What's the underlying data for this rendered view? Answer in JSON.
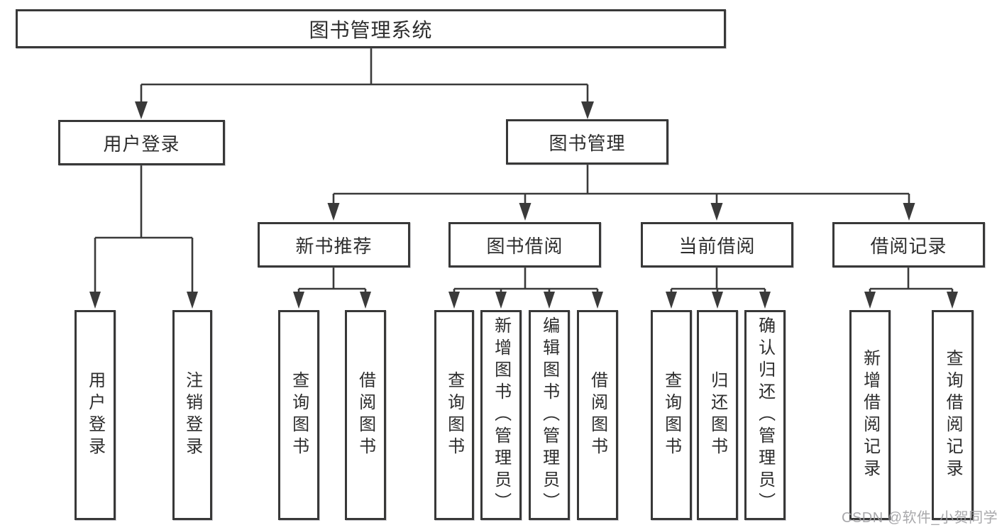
{
  "diagram": {
    "root": {
      "label": "图书管理系统"
    },
    "level1": [
      {
        "label": "用户登录"
      },
      {
        "label": "图书管理"
      }
    ],
    "level2": [
      {
        "label": "新书推荐",
        "parent": "图书管理"
      },
      {
        "label": "图书借阅",
        "parent": "图书管理"
      },
      {
        "label": "当前借阅",
        "parent": "图书管理"
      },
      {
        "label": "借阅记录",
        "parent": "图书管理"
      }
    ],
    "leaves": [
      {
        "label": "用户登录",
        "parent": "用户登录"
      },
      {
        "label": "注销登录",
        "parent": "用户登录"
      },
      {
        "label": "查询图书",
        "parent": "新书推荐"
      },
      {
        "label": "借阅图书",
        "parent": "新书推荐"
      },
      {
        "label": "查询图书",
        "parent": "图书借阅"
      },
      {
        "label": "新增图书（管理员）",
        "parent": "图书借阅"
      },
      {
        "label": "编辑图书（管理员）",
        "parent": "图书借阅"
      },
      {
        "label": "借阅图书",
        "parent": "图书借阅"
      },
      {
        "label": "查询图书",
        "parent": "当前借阅"
      },
      {
        "label": "归还图书",
        "parent": "当前借阅"
      },
      {
        "label": "确认归还（管理员）",
        "parent": "当前借阅"
      },
      {
        "label": "新增借阅记录",
        "parent": "借阅记录"
      },
      {
        "label": "查询借阅记录",
        "parent": "借阅记录"
      }
    ]
  },
  "watermark": {
    "text": "CSDN @软件_小贺同学"
  },
  "colors": {
    "line": "#3a3a3a",
    "box_border": "#383838",
    "text": "#2d2d2d",
    "watermark": "#9e9ea2",
    "background": "#ffffff"
  }
}
